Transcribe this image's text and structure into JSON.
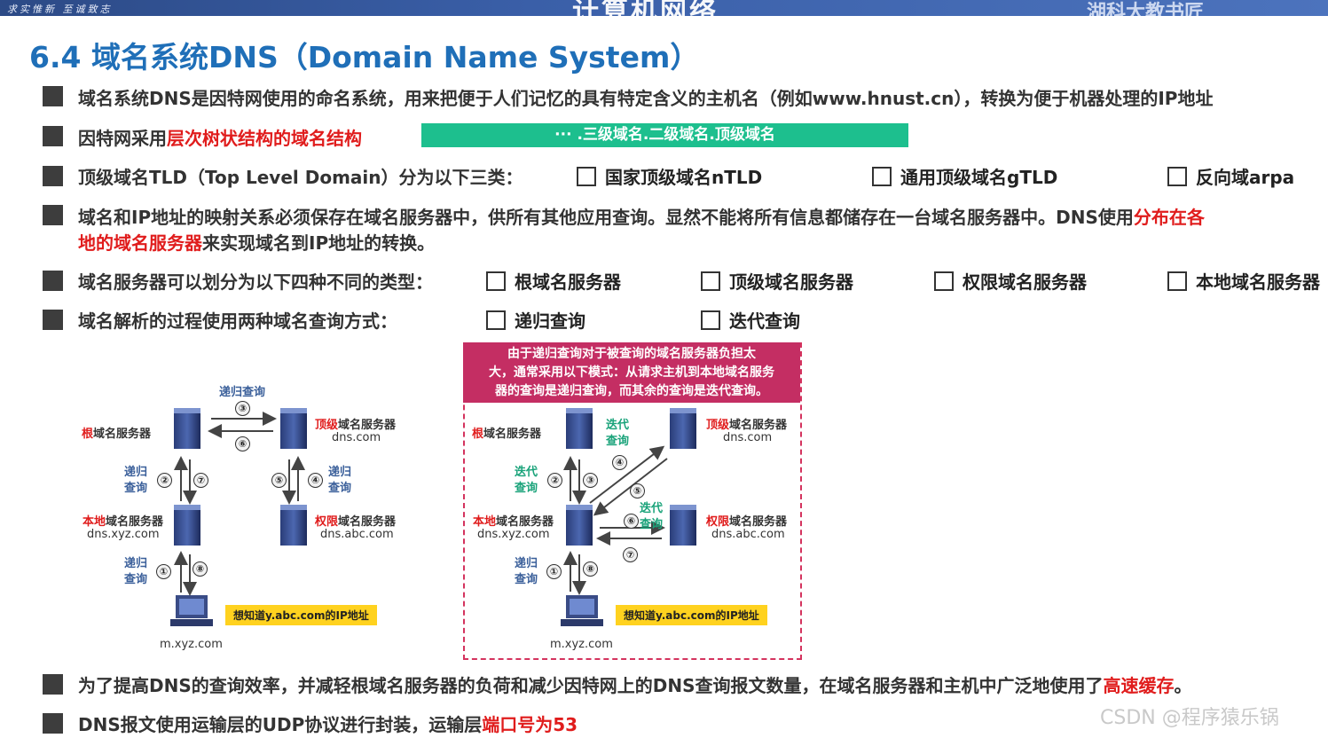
{
  "header": {
    "motto": "求实惟新 至诚致志",
    "course": "计算机网络",
    "school": "湖科大教书匠"
  },
  "title": "6.4 域名系统DNS（Domain Name System）",
  "b1": {
    "text": "域名系统DNS是因特网使用的命名系统，用来把便于人们记忆的具有特定含义的主机名（例如www.hnust.cn），转换为便于机器处理的IP地址"
  },
  "b2": {
    "text1": "因特网采用",
    "highlight": "层次树状结构的域名结构",
    "bar": "··· .三级域名.二级域名.顶级域名"
  },
  "b3": {
    "text": "顶级域名TLD（Top Level Domain）分为以下三类：",
    "options": [
      "国家顶级域名nTLD",
      "通用顶级域名gTLD",
      "反向域arpa"
    ]
  },
  "b4": {
    "text1": "域名和IP地址的映射关系必须保存在域名服务器中，供所有其他应用查询。显然不能将所有信息都储存在一台域名服务器中。DNS使用",
    "highlight1": "分布在各",
    "highlight2": "地的域名服务器",
    "text2": "来实现域名到IP地址的转换。"
  },
  "b5": {
    "text": "域名服务器可以划分为以下四种不同的类型：",
    "options": [
      "根域名服务器",
      "顶级域名服务器",
      "权限域名服务器",
      "本地域名服务器"
    ]
  },
  "b6": {
    "text": "域名解析的过程使用两种域名查询方式：",
    "options": [
      "递归查询",
      "迭代查询"
    ]
  },
  "left_diagram": {
    "root": {
      "red": "根",
      "rest": "域名服务器"
    },
    "tld": {
      "red": "顶级",
      "rest": "域名服务器",
      "sub": "dns.com"
    },
    "local": {
      "red": "本地",
      "rest": "域名服务器",
      "sub": "dns.xyz.com"
    },
    "auth": {
      "red": "权限",
      "rest": "域名服务器",
      "sub": "dns.abc.com"
    },
    "host": "m.xyz.com",
    "query": "递归查询",
    "query_a": "递归",
    "query_b": "查询",
    "yellow": "想知道y.abc.com的IP地址",
    "nums": [
      "①",
      "②",
      "③",
      "④",
      "⑤",
      "⑥",
      "⑦",
      "⑧"
    ]
  },
  "right_diagram": {
    "note": "由于递归查询对于被查询的域名服务器负担太大，通常采用以下模式：从请求主机到本地域名服务器的查询是递归查询，而其余的查询是迭代查询。",
    "note_l1": "由于递归查询对于被查询的域名服务器负担太",
    "note_l2": "大，通常采用以下模式：从请求主机到本地域名服务",
    "note_l3": "器的查询是递归查询，而其余的查询是迭代查询。",
    "iter_a": "迭代",
    "iter_b": "查询",
    "yellow": "想知道y.abc.com的IP地址",
    "host": "m.xyz.com"
  },
  "b7": {
    "text1": "为了提高DNS的查询效率，并减轻根域名服务器的负荷和减少因特网上的DNS查询报文数量，在域名服务器和主机中广泛地使用了",
    "highlight": "高速缓存",
    "text2": "。"
  },
  "b8": {
    "text1": "DNS报文使用运输层的UDP协议进行封装，运输层",
    "highlight": "端口号为53"
  },
  "watermark": "CSDN @程序猿乐锅"
}
